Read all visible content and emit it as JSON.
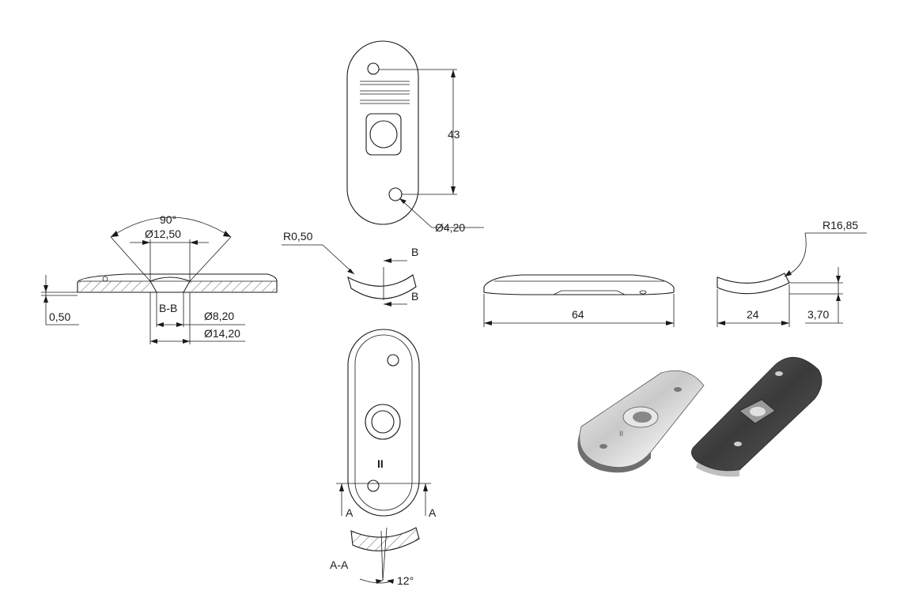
{
  "dimensions": {
    "hole_spacing": "43",
    "hole_diameter": "Ø4,20",
    "countersink_angle": "90°",
    "countersink_diameter": "Ø12,50",
    "edge_offset": "0,50",
    "section_label": "B-B",
    "bore_diameter": "Ø8,20",
    "outer_diameter": "Ø14,20",
    "edge_radius": "R0,50",
    "length": "64",
    "curve_radius": "R16,85",
    "width": "24",
    "thickness": "3,70",
    "section_angle": "12°"
  },
  "section_markers": {
    "b_top": "B",
    "b_bottom": "B",
    "a_left": "A",
    "a_right": "A",
    "a_section": "A-A"
  },
  "part_marking": "II"
}
